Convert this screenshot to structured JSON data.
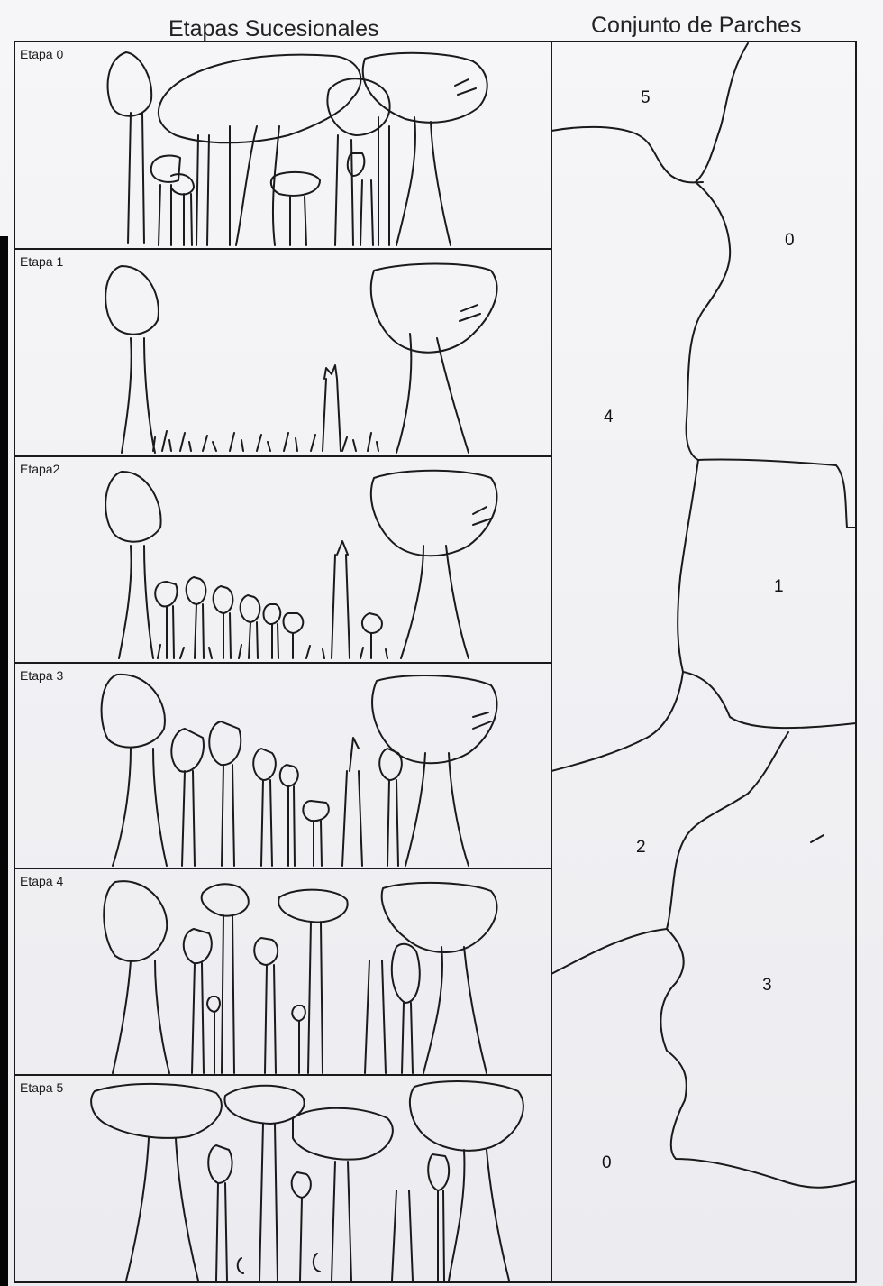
{
  "headings": {
    "left": "Etapas Sucesionales",
    "right": "Conjunto de Parches"
  },
  "stages": [
    "Etapa 0",
    "Etapa 1",
    "Etapa2",
    "Etapa 3",
    "Etapa 4",
    "Etapa 5"
  ],
  "patches": [
    "5",
    "0",
    "4",
    "1",
    "2",
    "3",
    "0"
  ],
  "colors": {
    "ink": "#1a1a1a",
    "paper": "#f2f2f5",
    "binding": "#050505"
  }
}
